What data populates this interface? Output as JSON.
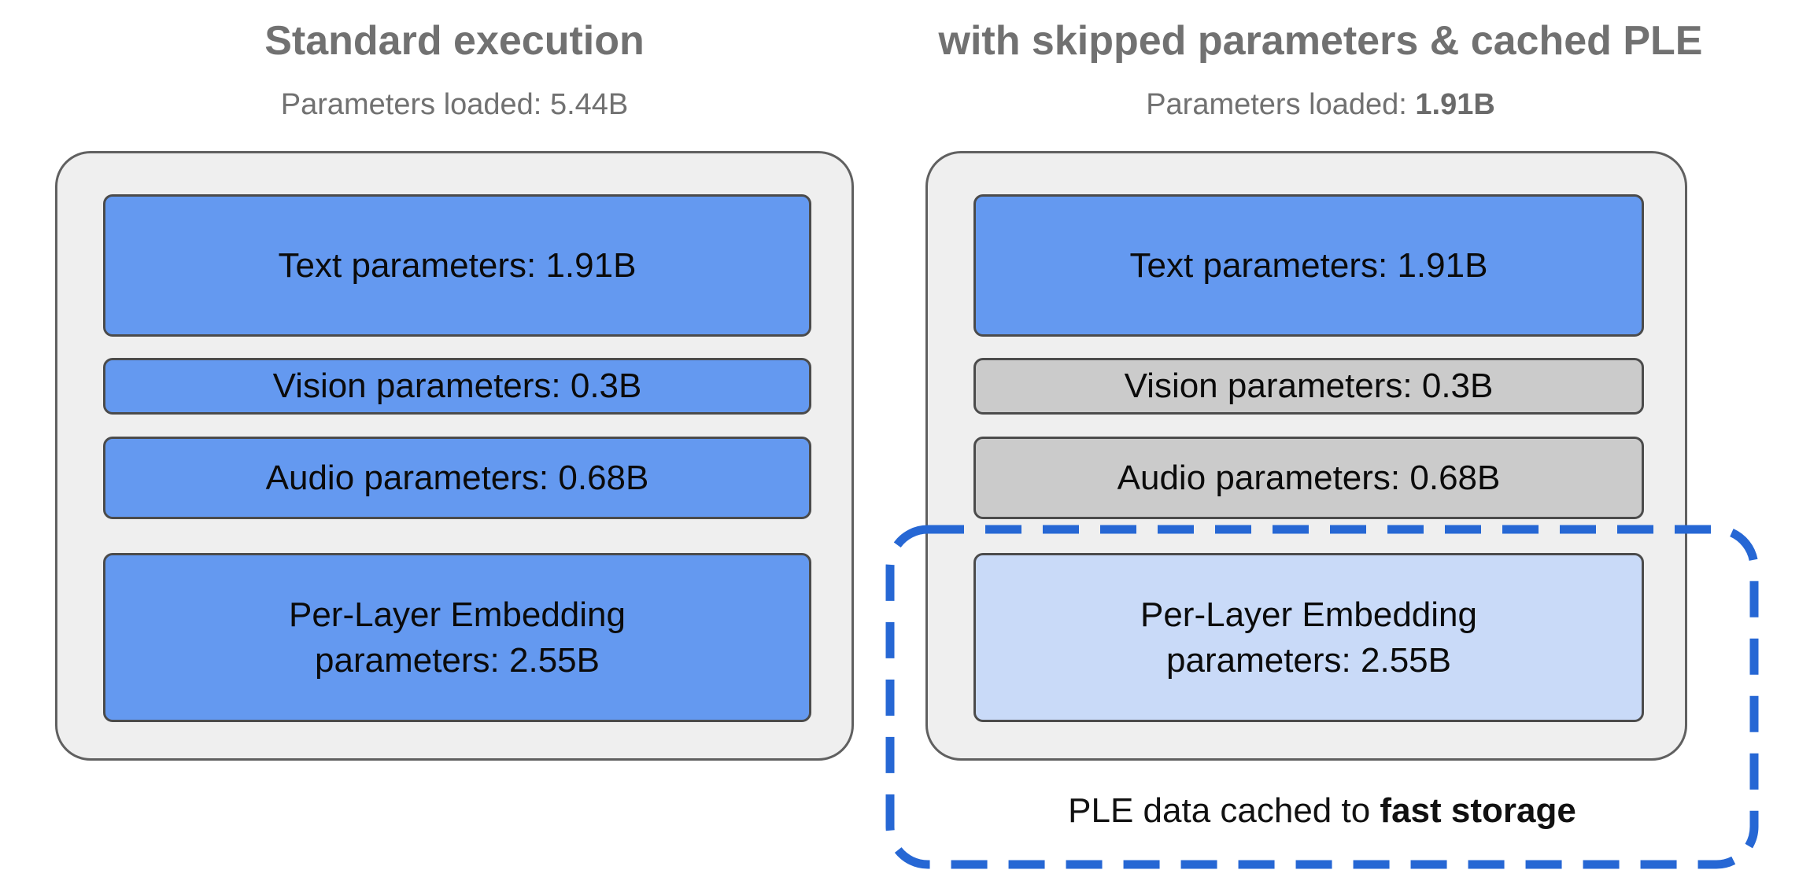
{
  "colors": {
    "loaded_blue": "#6499f0",
    "skipped_gray": "#cbcbcb",
    "cached_light_blue": "#c9daf8",
    "dashed_outline_blue": "#2667d4",
    "container_fill_gray": "#efefef",
    "heading_gray": "#717171",
    "bar_border_gray": "#4b4b4b"
  },
  "panels": [
    {
      "title": "Standard execution",
      "subtitle_label": "Parameters loaded:",
      "subtitle_value": "5.44B",
      "bars": [
        {
          "label": "Text parameters: 1.91B"
        },
        {
          "label": "Vision parameters: 0.3B"
        },
        {
          "label": "Audio parameters: 0.68B"
        },
        {
          "label": "Per-Layer Embedding parameters: 2.55B"
        }
      ]
    },
    {
      "title": "with skipped parameters & cached PLE",
      "subtitle_label": "Parameters loaded:",
      "subtitle_value": "1.91B",
      "bars": [
        {
          "label": "Text parameters: 1.91B"
        },
        {
          "label": "Vision parameters: 0.3B"
        },
        {
          "label": "Audio parameters: 0.68B"
        },
        {
          "label": "Per-Layer Embedding parameters: 2.55B"
        }
      ]
    }
  ],
  "caption": {
    "prefix": "PLE data cached to ",
    "bold_text": "fast storage"
  }
}
